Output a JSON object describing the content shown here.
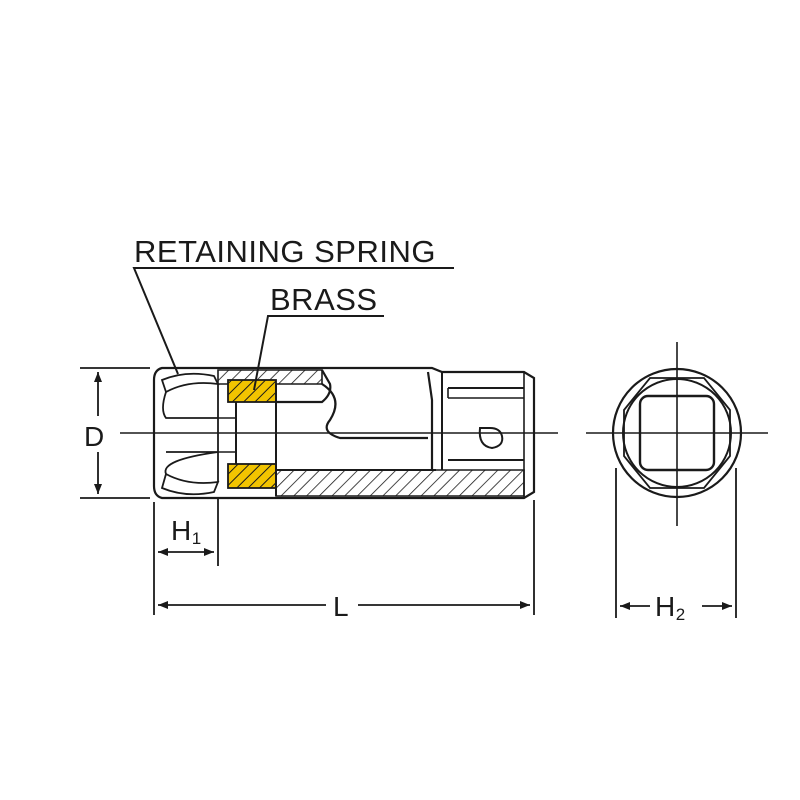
{
  "callouts": {
    "retaining_spring": "RETAINING SPRING",
    "brass": "BRASS"
  },
  "dimensions": {
    "diameter": "D",
    "length": "L",
    "h1_letter": "H",
    "h1_index": "1",
    "h2_letter": "H",
    "h2_index": "2"
  },
  "colors": {
    "line": "#1a1a1a",
    "brass_fill": "#f2c400",
    "background": "#ffffff"
  }
}
